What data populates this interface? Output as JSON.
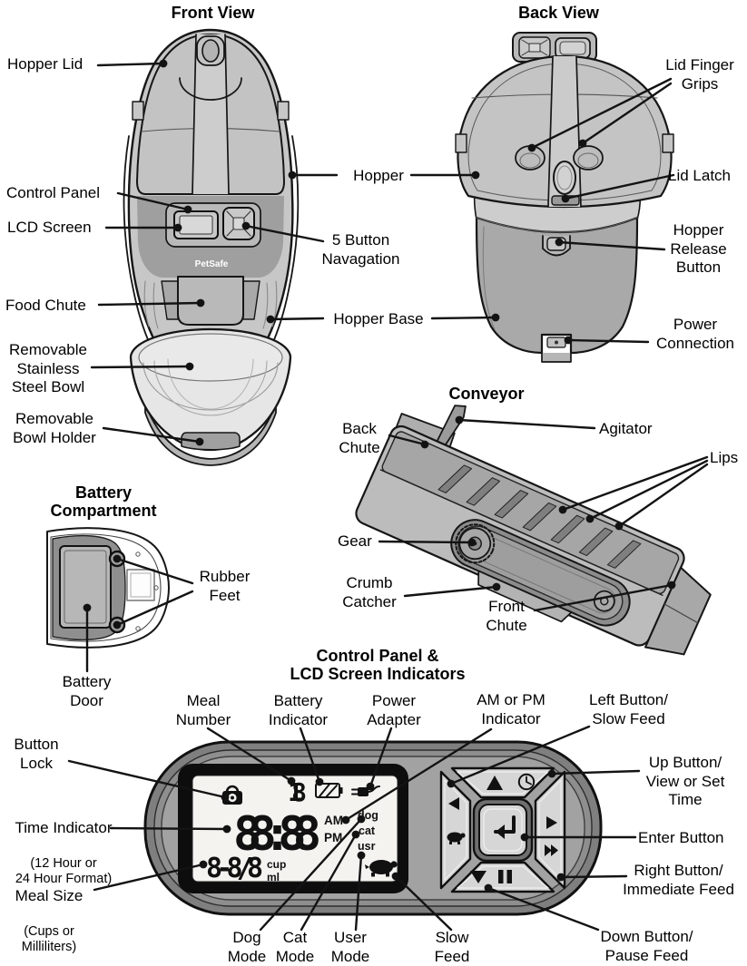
{
  "document": {
    "type": "product-manual-diagram",
    "product": "automatic pet feeder"
  },
  "colors": {
    "line": "#161616",
    "body_gray": "#c7c7c7",
    "dark_band": "#9f9f9f",
    "panel_outer": "#7f7f7f",
    "panel_inner": "#a2a2a2",
    "lcd_screen": "#f4f3f0",
    "button_gray": "#d6d6d6"
  },
  "sections": {
    "front_view": {
      "title": "Front View",
      "brand": "PetSafe",
      "labels": {
        "hopper_lid": "Hopper Lid",
        "control_panel": "Control Panel",
        "lcd_screen": "LCD Screen",
        "food_chute": "Food Chute",
        "removable_bowl": "Removable\nStainless\nSteel Bowl",
        "removable_bowl_holder": "Removable\nBowl Holder",
        "hopper": "Hopper",
        "five_button_nav": "5 Button\nNavagation",
        "hopper_base": "Hopper Base"
      }
    },
    "back_view": {
      "title": "Back View",
      "labels": {
        "lid_finger_grips": "Lid Finger\nGrips",
        "lid_latch": "Lid Latch",
        "hopper_release_button": "Hopper\nRelease\nButton",
        "power_connection": "Power\nConnection"
      }
    },
    "battery": {
      "title": "Battery\nCompartment",
      "labels": {
        "rubber_feet": "Rubber\nFeet",
        "battery_door": "Battery\nDoor"
      }
    },
    "conveyor": {
      "title": "Conveyor",
      "labels": {
        "back_chute": "Back\nChute",
        "agitator": "Agitator",
        "lips": "Lips",
        "gear": "Gear",
        "crumb_catcher": "Crumb\nCatcher",
        "front_chute": "Front\nChute"
      }
    },
    "control_panel": {
      "title": "Control Panel &\nLCD Screen Indicators",
      "labels": {
        "meal_number": "Meal\nNumber",
        "battery_indicator": "Battery\nIndicator",
        "power_adapter": "Power\nAdapter",
        "am_pm_indicator": "AM or PM\nIndicator",
        "left_button": "Left Button/\nSlow Feed",
        "up_button": "Up Button/\nView or Set\nTime",
        "enter_button": "Enter Button",
        "right_button": "Right Button/\nImmediate Feed",
        "down_button": "Down Button/\nPause Feed",
        "button_lock": "Button\nLock",
        "time_indicator_main": "Time Indicator",
        "time_indicator_sub": "(12 Hour or\n24 Hour Format)",
        "meal_size_main": "Meal Size",
        "meal_size_sub": "(Cups or\nMilliliters)",
        "dog_mode": "Dog\nMode",
        "cat_mode": "Cat\nMode",
        "user_mode": "User\nMode",
        "slow_feed": "Slow\nFeed"
      },
      "lcd": {
        "meal_number": "18",
        "time": "88:88",
        "am": "AM",
        "pm": "PM",
        "dog": "dog",
        "cat": "cat",
        "usr": "usr",
        "meal_size": "8-8/8",
        "cup": "cup",
        "ml": "ml"
      },
      "icons": [
        "lock-icon",
        "battery-icon",
        "power-plug-icon",
        "turtle-icon",
        "clock-icon",
        "up-arrow-icon",
        "down-arrow-icon",
        "left-arrow-icon",
        "right-arrow-icon",
        "fast-forward-icon",
        "pause-icon",
        "enter-arrow-icon"
      ]
    }
  }
}
